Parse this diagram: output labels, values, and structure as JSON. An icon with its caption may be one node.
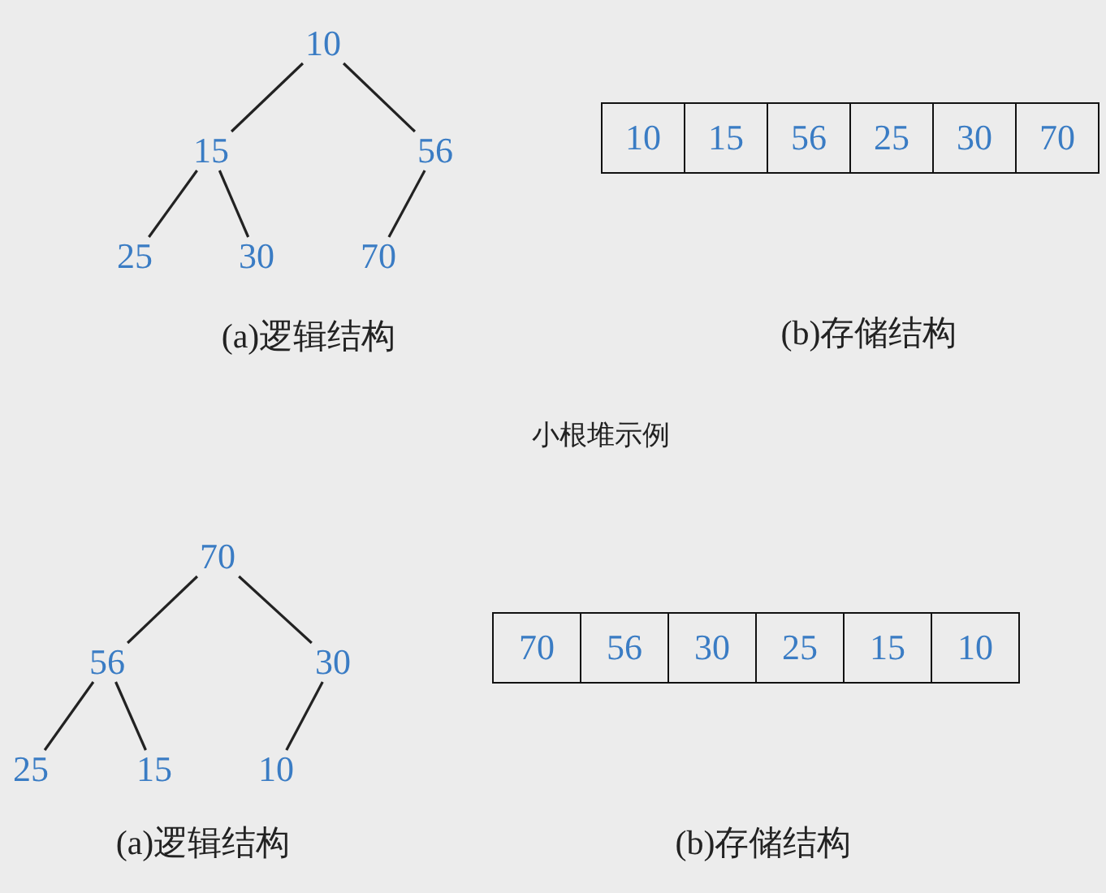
{
  "diagram": {
    "nodes": [
      {
        "text": [
          "10"
        ]
      },
      {
        "text": [
          "15"
        ]
      },
      {
        "text": [
          "56"
        ]
      },
      {
        "text": [
          "25"
        ]
      },
      {
        "text": [
          "30"
        ]
      },
      {
        "text": [
          "70"
        ]
      },
      {
        "text": [
          "10"
        ]
      },
      {
        "text": [
          "15"
        ]
      },
      {
        "text": [
          "56"
        ]
      },
      {
        "text": [
          "25"
        ]
      },
      {
        "text": [
          "30"
        ]
      },
      {
        "text": [
          "70"
        ]
      },
      {
        "text": [
          "70"
        ]
      },
      {
        "text": [
          "56"
        ]
      },
      {
        "text": [
          "30"
        ]
      },
      {
        "text": [
          "25"
        ]
      },
      {
        "text": [
          "15"
        ]
      },
      {
        "text": [
          "10"
        ]
      },
      {
        "text": [
          "70"
        ]
      },
      {
        "text": [
          "56"
        ]
      },
      {
        "text": [
          "30"
        ]
      },
      {
        "text": [
          "25"
        ]
      },
      {
        "text": [
          "15"
        ]
      },
      {
        "text": [
          "10"
        ]
      }
    ],
    "edges": [
      {
        "from": 0,
        "to": 1,
        "arrow": "none"
      },
      {
        "from": 0,
        "to": 2,
        "arrow": "none"
      },
      {
        "from": 1,
        "to": 3,
        "arrow": "none"
      },
      {
        "from": 1,
        "to": 4,
        "arrow": "none"
      },
      {
        "from": 2,
        "to": 5,
        "arrow": "none"
      },
      {
        "from": 12,
        "to": 13,
        "arrow": "none"
      },
      {
        "from": 12,
        "to": 14,
        "arrow": "none"
      },
      {
        "from": 13,
        "to": 15,
        "arrow": "none"
      },
      {
        "from": 13,
        "to": 16,
        "arrow": "none"
      },
      {
        "from": 14,
        "to": 17,
        "arrow": "none"
      }
    ],
    "labels": [
      "(a)逻辑结构",
      "(b)存储结构",
      "小根堆示例",
      "(a)逻辑结构",
      "(b)存储结构"
    ]
  }
}
